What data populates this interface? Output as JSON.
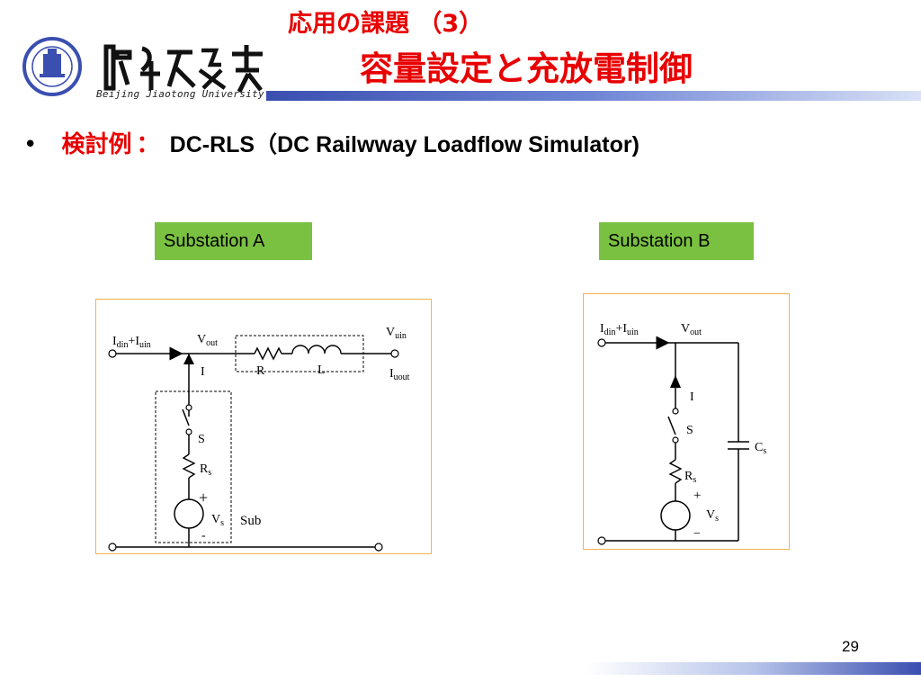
{
  "header": {
    "title_line1": "応用の課題 （3）",
    "title_line2": "容量設定と充放電制御",
    "university_name": "Beijing Jiaotong University",
    "logo_icon": "bjtu-logo-icon",
    "accent_color": "#e80000",
    "bar_color": "#3a4fb0"
  },
  "bullet": {
    "label": "検討例",
    "separator": "：",
    "text": "DC-RLS（DC Railwway Loadflow Simulator)"
  },
  "substation_a": {
    "label": "Substation A",
    "input_current": "I",
    "input_current_sub1": "din",
    "plus": "+I",
    "input_current_sub2": "uin",
    "v_out": "V",
    "v_out_sub": "out",
    "v_uin": "V",
    "v_uin_sub": "uin",
    "i_uout": "I",
    "i_uout_sub": "uout",
    "i_label": "I",
    "r_label": "R",
    "l_label": "L",
    "s_label": "S",
    "rs_label": "R",
    "rs_sub": "s",
    "vs_label": "V",
    "vs_sub": "s",
    "plus_sign": "+",
    "minus_sign": "-",
    "sub_label": "Sub"
  },
  "substation_b": {
    "label": "Substation B",
    "input_current": "I",
    "input_current_sub1": "din",
    "plus": "+I",
    "input_current_sub2": "uin",
    "v_out": "V",
    "v_out_sub": "out",
    "i_label": "I",
    "s_label": "S",
    "rs_label": "R",
    "rs_sub": "s",
    "cs_label": "C",
    "cs_sub": "s",
    "vs_label": "V",
    "vs_sub": "s",
    "plus_sign": "+",
    "minus_sign": "−"
  },
  "colors": {
    "label_bg": "#7ac142",
    "box_border": "#f2b24a"
  },
  "footer": {
    "page_number": "29"
  }
}
